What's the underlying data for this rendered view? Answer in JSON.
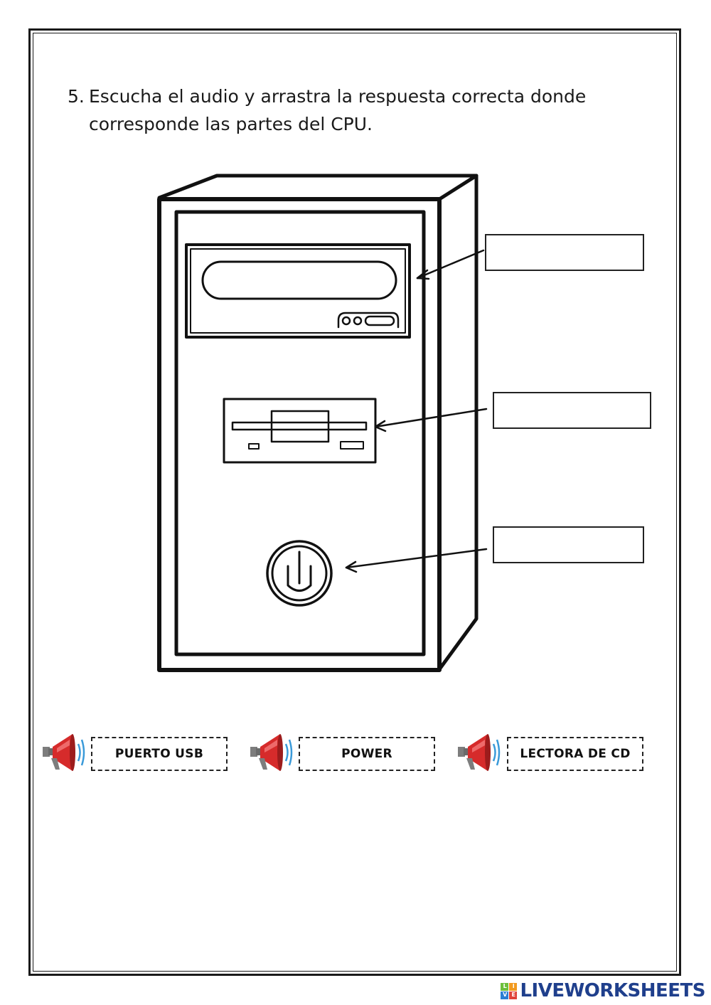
{
  "instruction": {
    "number": "5.",
    "line1": "Escucha el audio y arrastra la respuesta correcta donde",
    "line2": "corresponde las partes del CPU."
  },
  "drop_targets": [
    {
      "name": "drop-box-cd-drive",
      "value": ""
    },
    {
      "name": "drop-box-floppy-drive",
      "value": ""
    },
    {
      "name": "drop-box-power-button",
      "value": ""
    }
  ],
  "options": [
    {
      "label": "PUERTO USB",
      "icon": "speaker-icon"
    },
    {
      "label": "POWER",
      "icon": "speaker-icon"
    },
    {
      "label": "LECTORA DE CD",
      "icon": "speaker-icon"
    }
  ],
  "brand": {
    "name": "LIVEWORKSHEETS",
    "logo_letters": [
      "L",
      "I",
      "V",
      "E"
    ]
  },
  "colors": {
    "speaker_red": "#d62b2b",
    "speaker_gray": "#7d7d7d",
    "speaker_waves": "#3a9ad9",
    "brand_blue": "#1f3f8c",
    "logo_green": "#6cbf3b",
    "logo_orange": "#f29a1f",
    "logo_blue": "#2a7fd4",
    "logo_red": "#e0433a"
  }
}
